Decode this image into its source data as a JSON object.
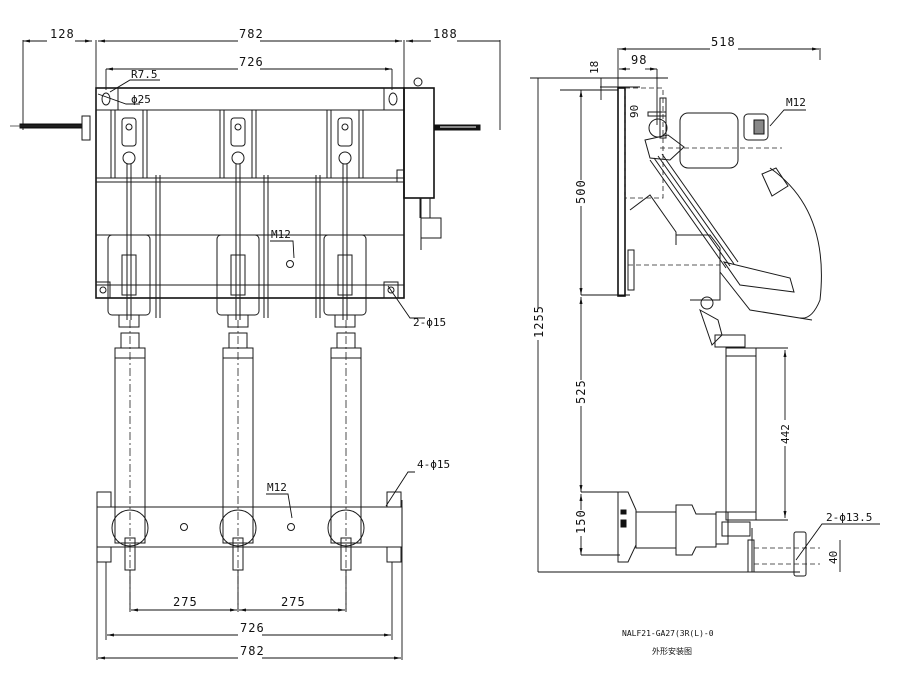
{
  "drawing": {
    "title_code": "NALF21-GA27(3R(L)-0",
    "title_caption": "外形安装图",
    "front_view": {
      "dims_top": {
        "left_overhang": "128",
        "overall_width": "782",
        "right_overhang": "188",
        "mounting_width": "726"
      },
      "dims_bottom": {
        "pole_pitch_1": "275",
        "pole_pitch_2": "275",
        "mounting_width": "726",
        "overall_width": "782"
      },
      "callouts": {
        "radius": "R7.5",
        "hole_diameter": "ϕ25",
        "thread_upper": "M12",
        "upper_holes": "2-ϕ15",
        "thread_lower": "M12",
        "base_holes": "4-ϕ15"
      }
    },
    "side_view": {
      "dims": {
        "overall_depth": "518",
        "offset_98": "98",
        "offset_18": "18",
        "offset_90": "90",
        "upper_height": "500",
        "overall_height": "1255",
        "middle_height": "525",
        "lower_height": "150",
        "fuse_length": "442",
        "slot_spacing": "40"
      },
      "callouts": {
        "thread": "M12",
        "slot_holes": "2-ϕ13.5"
      }
    }
  }
}
